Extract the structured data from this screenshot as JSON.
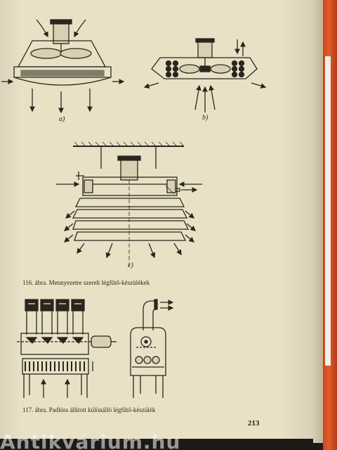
{
  "labels": {
    "fig_a": "a)",
    "fig_b": "b)",
    "fig_c": "c)"
  },
  "captions": {
    "fig116": "116. ábra. Mennyezetre szerelt légfűtő-készülékek",
    "fig117": "117. ábra. Padlóra állított különálló légfűtő-készülék"
  },
  "page_number": "213",
  "watermark": "Antikvárium.hu",
  "colors": {
    "paper": "#e9e1c6",
    "ink": "#2a261e",
    "cover": "#e35a2a"
  }
}
